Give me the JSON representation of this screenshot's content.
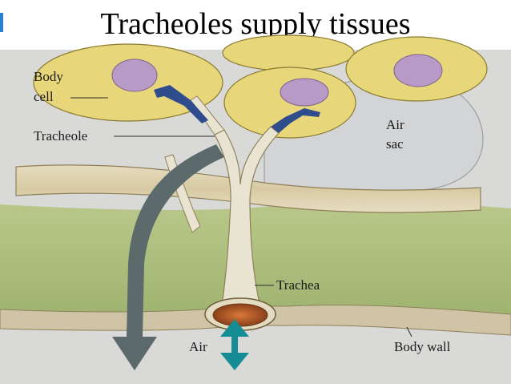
{
  "title": "Tracheoles supply tissues",
  "labels": {
    "body_cell_1": "Body",
    "body_cell_2": "cell",
    "tracheole": "Tracheole",
    "air_sac_1": "Air",
    "air_sac_2": "sac",
    "trachea": "Trachea",
    "air": "Air",
    "body_wall": "Body wall"
  },
  "colors": {
    "background": "#d9dad7",
    "body_cell": "#e8d77a",
    "nucleus": "#b79ac6",
    "air_sac": "#d2d4d6",
    "tissue": "#a7b877",
    "wall": "#dcd2b4",
    "tube": "#e9e3d1",
    "tracheole_tip": "#2f4d8c",
    "flow_arrow": "#5d6a6c",
    "air_arrow": "#168c94",
    "spiracle": "#c1662b"
  }
}
